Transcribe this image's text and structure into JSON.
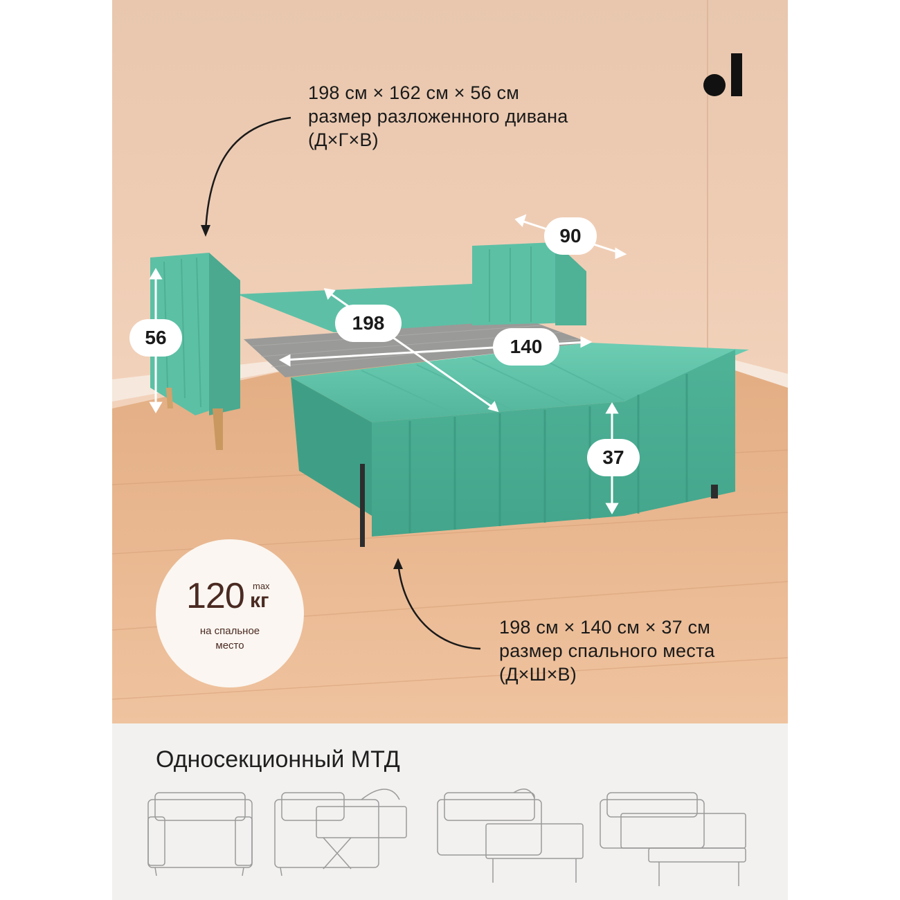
{
  "brand": {
    "logo_icon": "brand-logo-icon"
  },
  "specs": {
    "unfolded": {
      "dims": "198 см × 162 см × 56 см",
      "label": "размер разложенного дивана",
      "axes": "(Д×Г×В)"
    },
    "sleeping": {
      "dims": "198 см × 140 см × 37 см",
      "label": "размер спального места",
      "axes": "(Д×Ш×В)"
    }
  },
  "dimension_labels": {
    "arm_height": "56",
    "depth": "90",
    "length": "198",
    "width": "140",
    "mattress_height": "37"
  },
  "load_badge": {
    "value": "120",
    "max": "max",
    "unit": "кг",
    "caption_line1": "на спальное",
    "caption_line2": "место"
  },
  "mechanism": {
    "title": "Односекционный МТД",
    "steps": [
      "sofa-closed-icon",
      "sofa-pull-out-icon",
      "sofa-unfolding-icon",
      "sofa-unfolded-icon"
    ]
  },
  "colors": {
    "upholstery": "#5fc2a8",
    "wall": "#efcdb5",
    "floor": "#e7b48b",
    "badge_text": "#4a2a22"
  }
}
